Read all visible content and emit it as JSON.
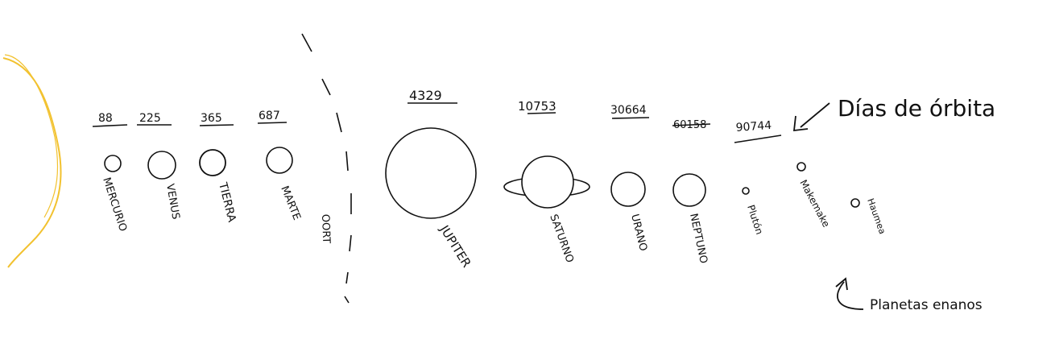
{
  "header": {
    "timestamp": ""
  },
  "annotations": {
    "orbit_label": "Días de órbita",
    "dwarf_label": "Planetas enanos"
  },
  "bodies": [
    {
      "id": "mercurio",
      "name": "MERCURIO",
      "orbit_days": "88"
    },
    {
      "id": "venus",
      "name": "VENUS",
      "orbit_days": "225"
    },
    {
      "id": "tierra",
      "name": "TIERRA",
      "orbit_days": "365"
    },
    {
      "id": "marte",
      "name": "MARTE",
      "orbit_days": "687"
    },
    {
      "id": "jupiter",
      "name": "JUPITER",
      "orbit_days": "4329"
    },
    {
      "id": "saturno",
      "name": "SATURNO",
      "orbit_days": "10753"
    },
    {
      "id": "urano",
      "name": "URANO",
      "orbit_days": "30664"
    },
    {
      "id": "neptuno",
      "name": "NEPTUNO",
      "orbit_days": "60158"
    },
    {
      "id": "pluton",
      "name": "Plutón",
      "orbit_days": "90744"
    },
    {
      "id": "makemake",
      "name": "Makemake"
    },
    {
      "id": "haumea",
      "name": "Haumea"
    }
  ],
  "belt": {
    "label": "OORT"
  },
  "colors": {
    "sun": "#f2c230",
    "ink": "#111111"
  }
}
